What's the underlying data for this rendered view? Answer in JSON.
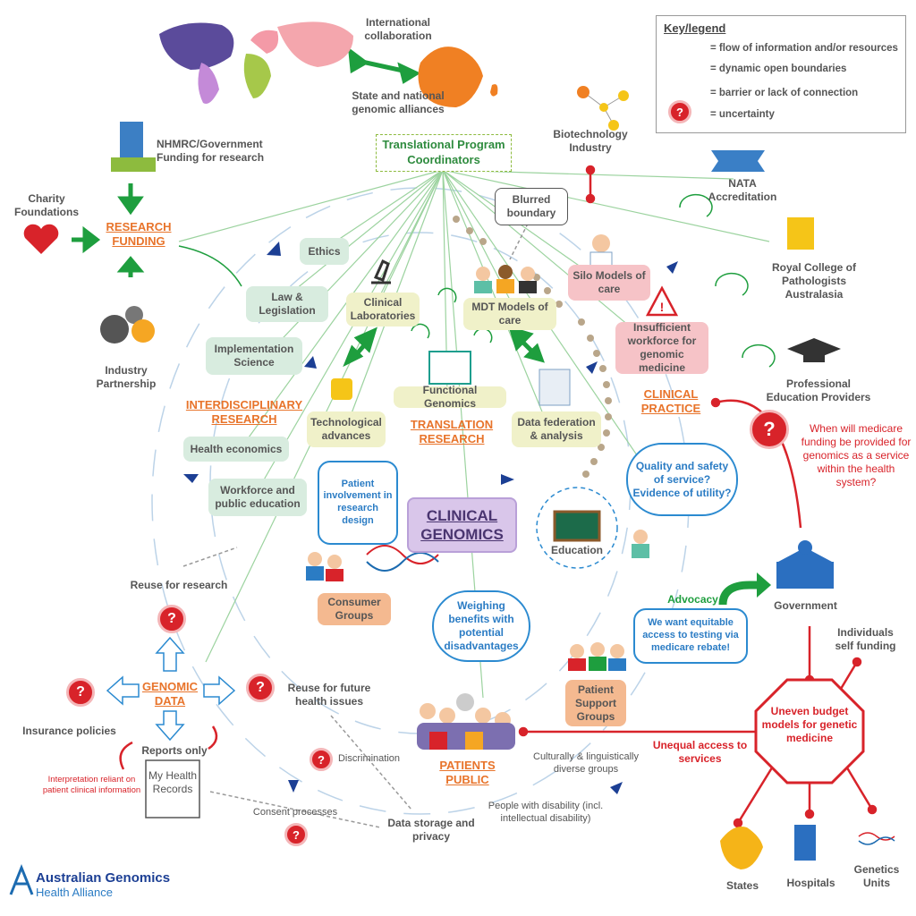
{
  "legend": {
    "title": "Key/legend",
    "flow": "= flow of information and/or resources",
    "dynamic": "= dynamic open boundaries",
    "barrier": "= barrier or lack of connection",
    "uncertainty": "= uncertainty"
  },
  "top": {
    "international": "International collaboration",
    "alliances": "State and national genomic alliances",
    "coordinators": "Translational Program Coordinators",
    "biotech": "Biotechnology Industry",
    "nata": "NATA Accreditation",
    "rcpa": "Royal College of Pathologists Australasia",
    "ped": "Professional Education Providers"
  },
  "funding": {
    "nhmrc": "NHMRC/Government Funding for research",
    "charity": "Charity Foundations",
    "research_funding": "RESEARCH FUNDING",
    "industry": "Industry Partnership"
  },
  "interdisciplinary": {
    "title": "INTERDISCIPLINARY RESEARCH",
    "ethics": "Ethics",
    "law": "Law & Legislation",
    "implementation": "Implementation Science",
    "health_econ": "Health economics",
    "workforce_ed": "Workforce and public education"
  },
  "translation": {
    "title": "TRANSLATION RESEARCH",
    "clin_labs": "Clinical Laboratories",
    "mdt": "MDT Models of care",
    "functional": "Functional Genomics",
    "tech": "Technological advances",
    "data_fed": "Data federation & analysis",
    "blurred": "Blurred boundary"
  },
  "clinical_practice": {
    "title": "CLINICAL PRACTICE",
    "silo": "Silo Models of care",
    "insufficient": "Insufficient workforce for genomic medicine",
    "quality": "Quality and safety of service? Evidence of utility?",
    "education": "Education"
  },
  "center": {
    "clinical_genomics": "CLINICAL GENOMICS",
    "patient_involvement": "Patient involvement in research design",
    "consumer": "Consumer Groups",
    "weighing": "Weighing benefits with potential disadvantages",
    "patient_support": "Patient Support Groups",
    "patients_public": "PATIENTS PUBLIC",
    "cald": "Culturally & linguistically diverse groups",
    "disability": "People with disability (incl. intellectual disability)"
  },
  "genomic_data": {
    "title": "GENOMIC DATA",
    "reuse_research": "Reuse for research",
    "insurance": "Insurance policies",
    "reports_only": "Reports only",
    "reuse_future": "Reuse for future health issues",
    "interpretation": "Interpretation reliant on patient clinical information",
    "my_health_records": "My Health Records",
    "discrimination": "Discrimination",
    "consent": "Consent processes",
    "storage": "Data storage and privacy"
  },
  "government": {
    "medicare_q": "When will medicare funding be provided for genomics as a service within the health system?",
    "government": "Government",
    "advocacy": "Advocacy",
    "equitable": "We want equitable access to testing via medicare rebate!",
    "self_funding": "Individuals self funding",
    "uneven": "Uneven budget models for genetic medicine",
    "unequal": "Unequal access to services",
    "states": "States",
    "hospitals": "Hospitals",
    "genetics_units": "Genetics Units"
  },
  "logo": {
    "line1": "Australian Genomics",
    "line2": "Health Alliance"
  },
  "icons": {
    "uncertainty": "?"
  },
  "colors": {
    "accent_orange": "#e8742b",
    "barrier_red": "#d8232a",
    "flow_green": "#1e9e3e",
    "boundary_blue": "#2b8ad0",
    "navy": "#1c3f94"
  }
}
